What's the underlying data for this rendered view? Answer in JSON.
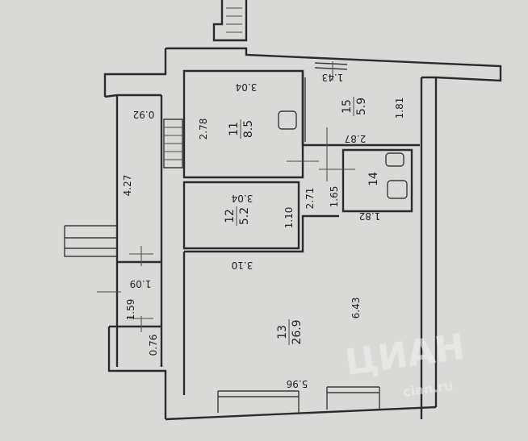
{
  "rooms": [
    {
      "id": "11",
      "number": "11",
      "area": "8.5"
    },
    {
      "id": "12",
      "number": "12",
      "area": "5.2"
    },
    {
      "id": "13",
      "number": "13",
      "area": "26.9"
    },
    {
      "id": "14",
      "number": "14",
      "area": ""
    },
    {
      "id": "15",
      "number": "15",
      "area": "5.9"
    }
  ],
  "dimensions": {
    "top_room11": "3.04",
    "height_room11": "2.78",
    "top_room12": "3.04",
    "height_room12_a": "1.10",
    "height_room12_b": "2.71",
    "width_room13_top": "3.10",
    "height_room13": "6.43",
    "width_room13_bottom": "5.96",
    "top_room15": "1.43",
    "height_room15": "1.81",
    "width_room15": "2.87",
    "height_room14": "1.65",
    "width_room14": "1.82",
    "corridor_width": "0.92",
    "corridor_length": "4.27",
    "small_1": "1.09",
    "small_2": "1.59",
    "small_3": "0.76"
  },
  "watermark": {
    "text": "ЦИАН",
    "domain": "cian.ru"
  }
}
